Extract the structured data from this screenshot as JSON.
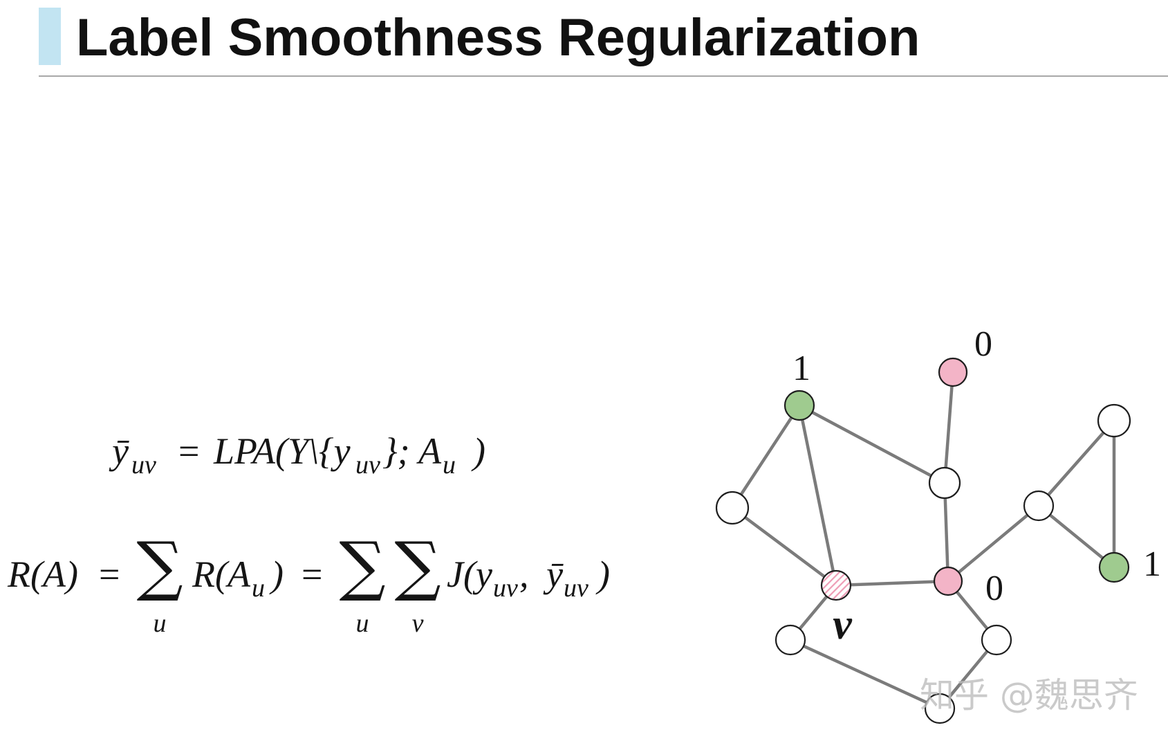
{
  "slide": {
    "title": "Label Smoothness Regularization",
    "colors": {
      "title_bar": "#c2e4f2",
      "divider": "#a8a8a8",
      "text": "#111111"
    }
  },
  "formula_lpa": {
    "ybar": "ȳ",
    "ybar_sub": "uv",
    "equals": "=",
    "lpa_open": "LPA(Y\\{y",
    "y_sub": "uv",
    "set_close": "}; A",
    "a_sub": "u",
    "paren_close": ")"
  },
  "formula_reg": {
    "lhs": "R(A)",
    "equals_1": "=",
    "sum_1": "∑",
    "sum_1_index": "u",
    "term_open": "R(A",
    "term_sub": "u",
    "term_close": ")",
    "equals_2": "=",
    "sum_2": "∑",
    "sum_2_index": "u",
    "sum_3": "∑",
    "sum_3_index": "v",
    "j_open": "J(y",
    "y_sub": "uv",
    "comma": ",",
    "ybar": "ȳ",
    "ybar_sub": "uv",
    "j_close": ")"
  },
  "graph": {
    "edge_color": "#7b7b7b",
    "outline_color": "#1e1e1e",
    "nodes": [
      {
        "fill": "#9fcb8f",
        "label": "1"
      },
      {
        "fill": "#f3b4c7",
        "label": "0"
      },
      {
        "fill": "#ffffff"
      },
      {
        "fill": "#ffffff"
      },
      {
        "fill": "#ffffff",
        "hatch": "#ee9db6",
        "label": "v"
      },
      {
        "fill": "#f3b4c7",
        "label": "0"
      },
      {
        "fill": "#ffffff"
      },
      {
        "fill": "#ffffff"
      },
      {
        "fill": "#9fcb8f",
        "label": "1"
      },
      {
        "fill": "#ffffff"
      },
      {
        "fill": "#ffffff"
      },
      {
        "fill": "#ffffff"
      }
    ],
    "edges": [
      [
        0,
        3
      ],
      [
        0,
        4
      ],
      [
        0,
        2
      ],
      [
        1,
        2
      ],
      [
        2,
        5
      ],
      [
        3,
        4
      ],
      [
        4,
        5
      ],
      [
        4,
        9
      ],
      [
        5,
        6
      ],
      [
        5,
        10
      ],
      [
        6,
        7
      ],
      [
        6,
        8
      ],
      [
        7,
        8
      ],
      [
        9,
        11
      ],
      [
        10,
        11
      ]
    ]
  },
  "watermark": {
    "text": "知乎 @魏思齐"
  }
}
